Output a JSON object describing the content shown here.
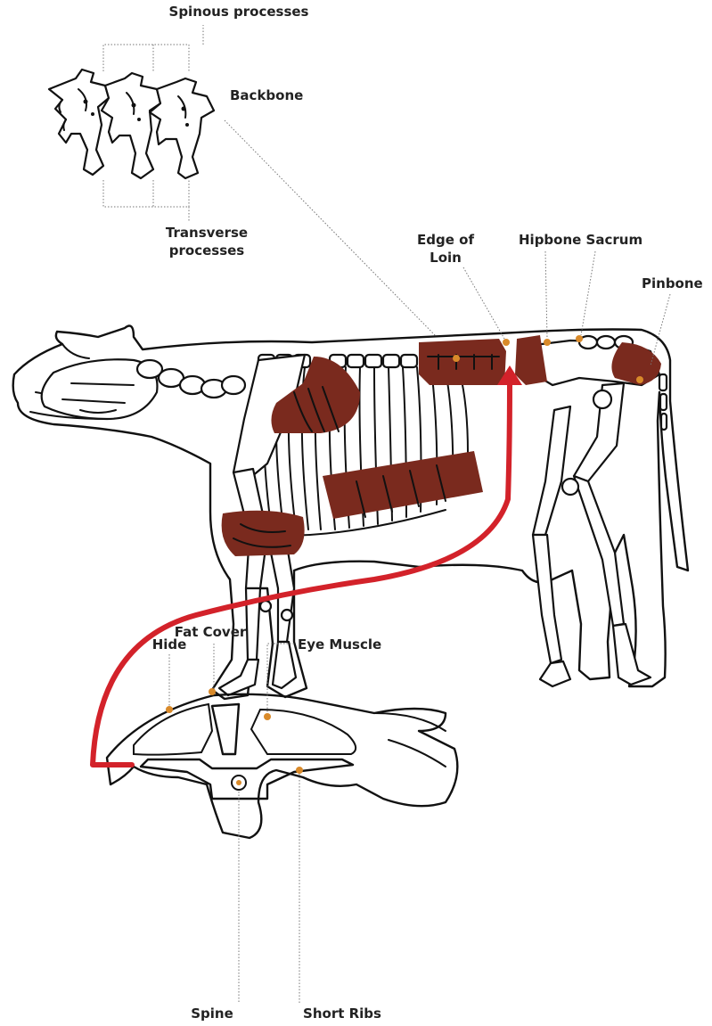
{
  "labels": {
    "spinous_processes": "Spinous processes",
    "backbone": "Backbone",
    "transverse_processes_1": "Transverse",
    "transverse_processes_2": "processes",
    "edge_of_loin_1": "Edge of",
    "edge_of_loin_2": "Loin",
    "hipbone_sacrum": "Hipbone Sacrum",
    "pinbone": "Pinbone",
    "fat_cover": "Fat Cover",
    "hide": "Hide",
    "eye_muscle": "Eye Muscle",
    "spine": "Spine",
    "short_ribs": "Short Ribs"
  },
  "colors": {
    "muscle_region": "#7a2a1e",
    "marker_dot": "#d98a2a",
    "arrow": "#d3222a",
    "outline": "#111111",
    "leader_line": "#777777"
  }
}
